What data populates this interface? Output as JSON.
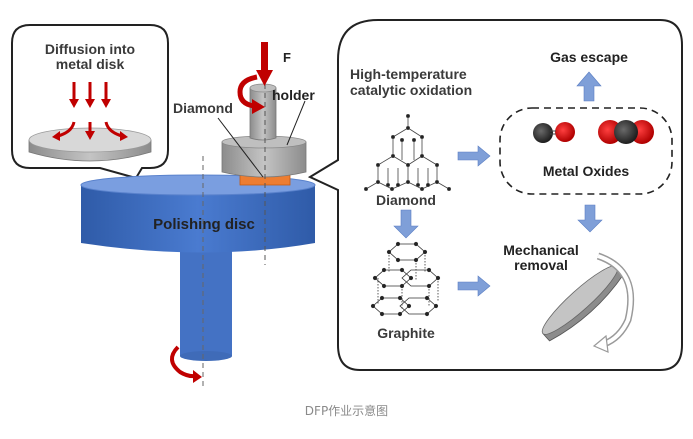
{
  "left_panel": {
    "callout_title_line1": "Diffusion into",
    "callout_title_line2": "metal disk",
    "force_label": "F",
    "holder_label": "holder",
    "diamond_label": "Diamond",
    "disc_label": "Polishing disc"
  },
  "right_panel": {
    "title_line1": "High-temperature",
    "title_line2": "catalytic oxidation",
    "diamond_label": "Diamond",
    "graphite_label": "Graphite",
    "gas_escape_label": "Gas escape",
    "metal_oxides_label": "Metal Oxides",
    "mechanical_line1": "Mechanical",
    "mechanical_line2": "removal"
  },
  "colors": {
    "disc_blue": "#4472c4",
    "arrow_red": "#c00000",
    "flow_arrow_blue": "#7f9fd8",
    "holder_grey": "#a6a6a6",
    "diamond_orange": "#ed7d31",
    "oxygen_red": "#e00000",
    "carbon_dark": "#333333"
  },
  "caption": "DFP作业示意图"
}
